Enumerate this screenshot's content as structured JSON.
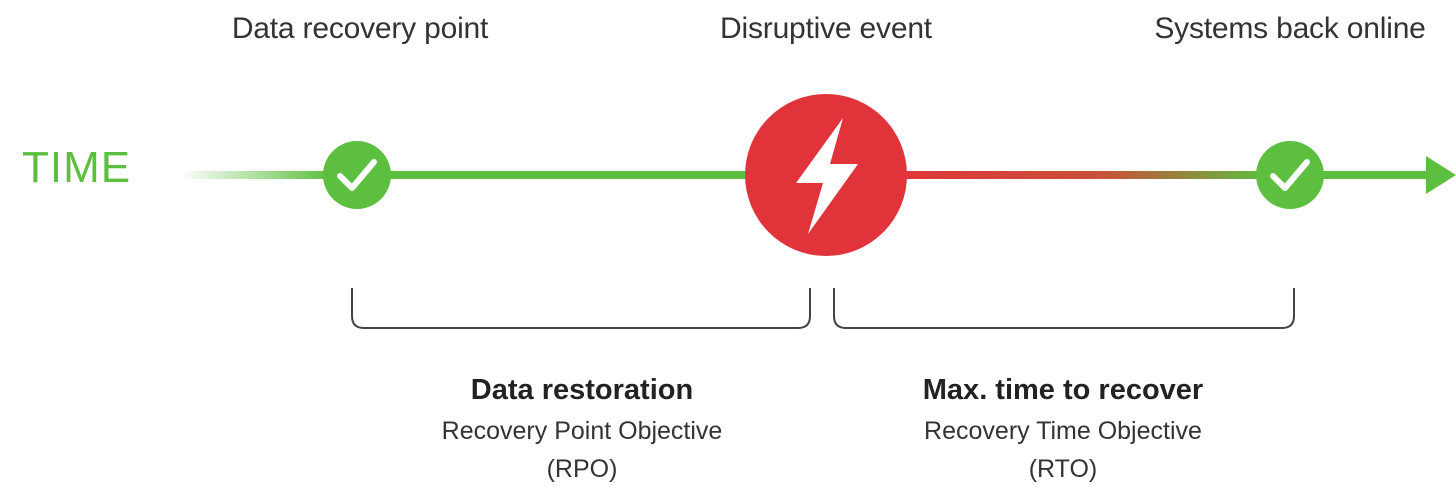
{
  "labels": {
    "data_recovery_point": "Data recovery point",
    "disruptive_event": "Disruptive event",
    "systems_back_online": "Systems back online",
    "time": "TIME"
  },
  "rpo": {
    "title": "Data restoration",
    "subtitle": "Recovery Point Objective",
    "abbr": "(RPO)"
  },
  "rto": {
    "title": "Max. time to recover",
    "subtitle": "Recovery Time Objective",
    "abbr": "(RTO)"
  },
  "icons": {
    "recovery_point": "check-icon",
    "disruptive_event": "lightning-bolt-icon",
    "back_online": "check-icon",
    "end": "arrow-head-icon"
  },
  "colors": {
    "green": "#5cbf3f",
    "green_dark": "#4aae2f",
    "red": "#e0343a",
    "bracket": "#444444"
  }
}
